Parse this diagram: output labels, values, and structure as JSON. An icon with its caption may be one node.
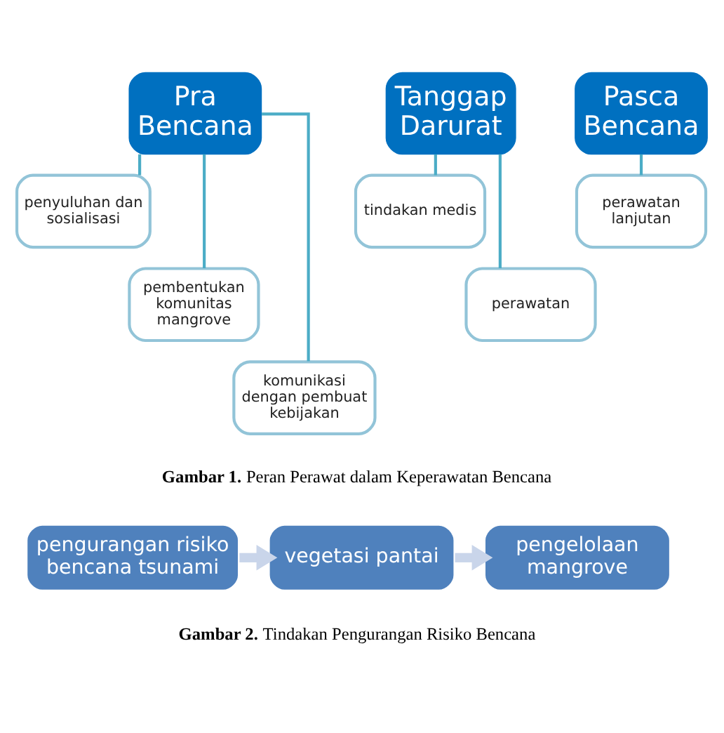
{
  "diagram": {
    "nodes": [
      {
        "text": [
          "Pra Bencana"
        ]
      },
      {
        "text": [
          "penyuluhan dan sosialisasi"
        ]
      },
      {
        "text": [
          "pembentukan komunitas mangrove"
        ]
      },
      {
        "text": [
          "komunikasi dengan pembuat kebijakan"
        ]
      },
      {
        "text": [
          "Tanggap Darurat"
        ]
      },
      {
        "text": [
          "tindakan medis"
        ]
      },
      {
        "text": [
          "perawatan"
        ]
      },
      {
        "text": [
          "Pasca Bencana"
        ]
      },
      {
        "text": [
          "perawatan lanjutan"
        ]
      },
      {
        "text": [
          "pengurangan risiko bencana tsunami"
        ]
      },
      {
        "text": [
          "vegetasi pantai"
        ]
      },
      {
        "text": [
          "pengelolaan mangrove"
        ]
      }
    ],
    "edges": [
      {
        "from": 0,
        "to": 1,
        "arrow": "none"
      },
      {
        "from": 0,
        "to": 2,
        "arrow": "none"
      },
      {
        "from": 0,
        "to": 3,
        "arrow": "none"
      },
      {
        "from": 4,
        "to": 5,
        "arrow": "none"
      },
      {
        "from": 4,
        "to": 6,
        "arrow": "none"
      },
      {
        "from": 7,
        "to": 8,
        "arrow": "none"
      },
      {
        "from": 9,
        "to": 10,
        "arrow": "to",
        "style": "thick",
        "color": "#c9d5ea"
      },
      {
        "from": 10,
        "to": 11,
        "arrow": "to",
        "style": "thick",
        "color": "#c9d5ea"
      }
    ],
    "labels": [
      "**Gambar 1.** Peran Perawat dalam Keperawatan Bencana",
      "**Gambar 2.** Tindakan Pengurangan Risiko Bencana"
    ]
  }
}
